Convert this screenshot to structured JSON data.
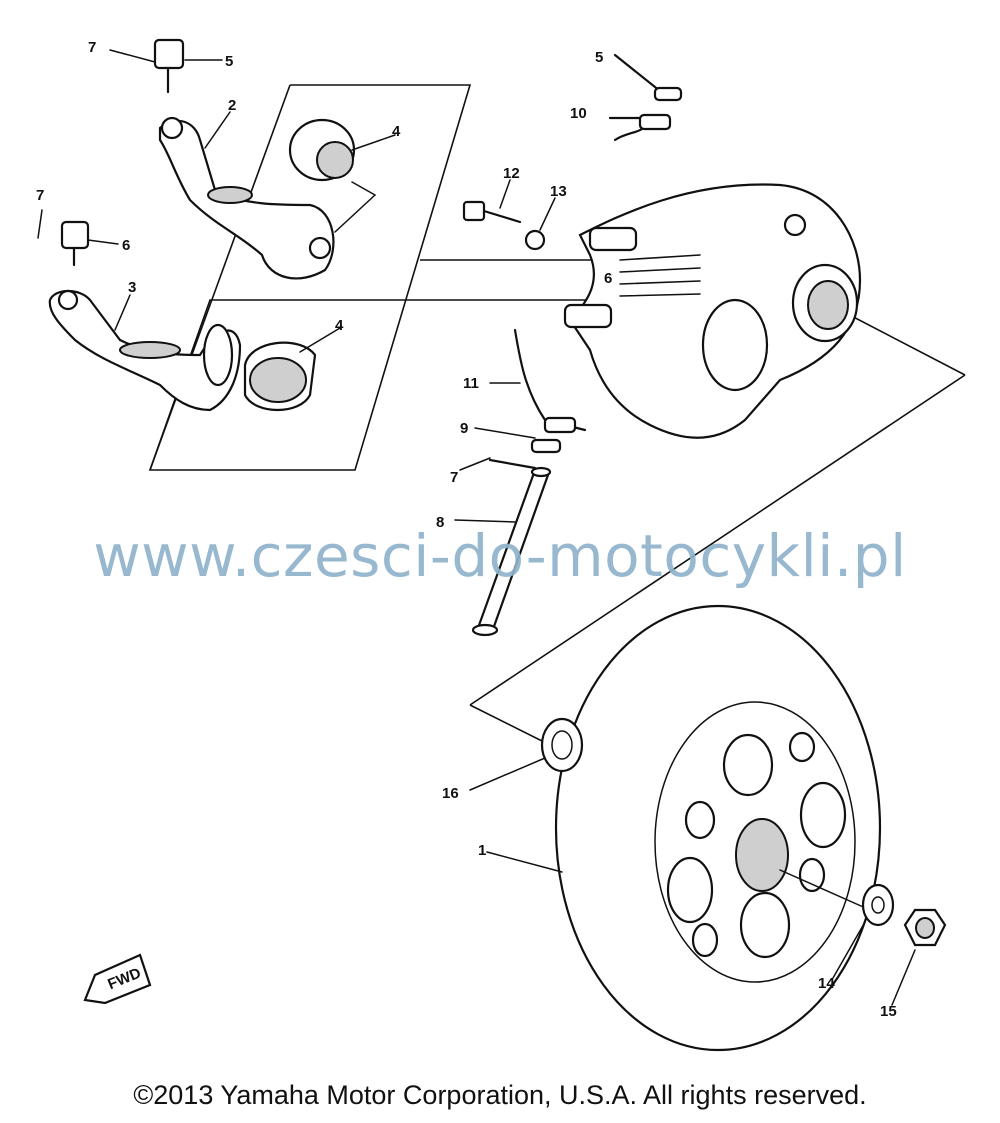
{
  "watermark": "www.czesci-do-motocykli.pl",
  "copyright": "©2013 Yamaha Motor Corporation, U.S.A. All rights reserved.",
  "direction_label": "FWD",
  "callouts": {
    "c1": "1",
    "c2": "2",
    "c3": "3",
    "c4a": "4",
    "c4b": "4",
    "c5a": "5",
    "c5b": "5",
    "c6a": "6",
    "c6b": "6",
    "c7a": "7",
    "c7b": "7",
    "c7c": "7",
    "c8": "8",
    "c9": "9",
    "c10": "10",
    "c11": "11",
    "c12": "12",
    "c13": "13",
    "c14": "14",
    "c15": "15",
    "c16": "16"
  }
}
